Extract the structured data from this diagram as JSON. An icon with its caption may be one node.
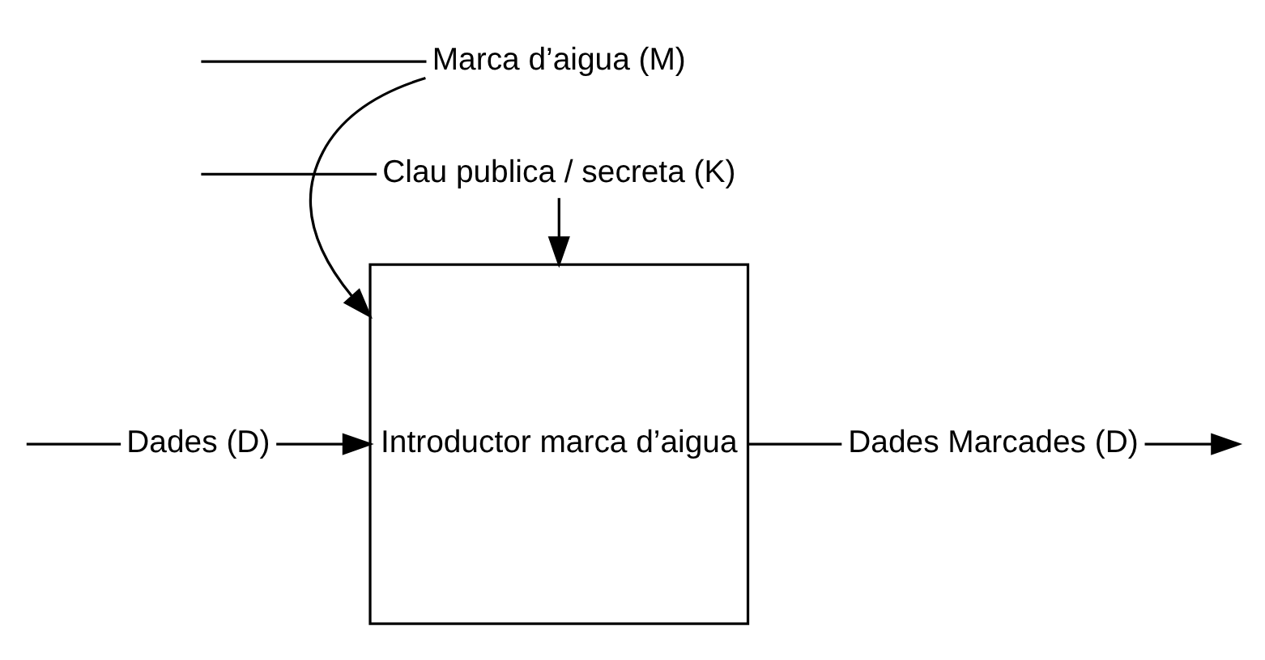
{
  "diagram": {
    "nodes": [
      {
        "text": [
          "Introductor marca d’aigua"
        ]
      },
      {
        "text": [
          "Marca d’aigua (M)"
        ]
      },
      {
        "text": [
          "Dades (D)"
        ]
      },
      {
        "text": [
          "Dades Marcades (D)"
        ]
      },
      {
        "text": [
          "Clau publica / secreta (K)"
        ]
      }
    ],
    "edges": [
      {
        "from": null,
        "to": 1,
        "arrow": "none"
      },
      {
        "from": 1,
        "to": 0,
        "arrow": "to"
      },
      {
        "from": null,
        "to": 2,
        "arrow": "none"
      },
      {
        "from": 2,
        "to": 0,
        "arrow": "to"
      },
      {
        "from": 0,
        "to": 3,
        "arrow": "none"
      },
      {
        "from": 3,
        "to": null,
        "arrow": "to"
      },
      {
        "from": null,
        "to": 4,
        "arrow": "none"
      },
      {
        "from": 4,
        "to": 0,
        "arrow": "to"
      }
    ]
  }
}
